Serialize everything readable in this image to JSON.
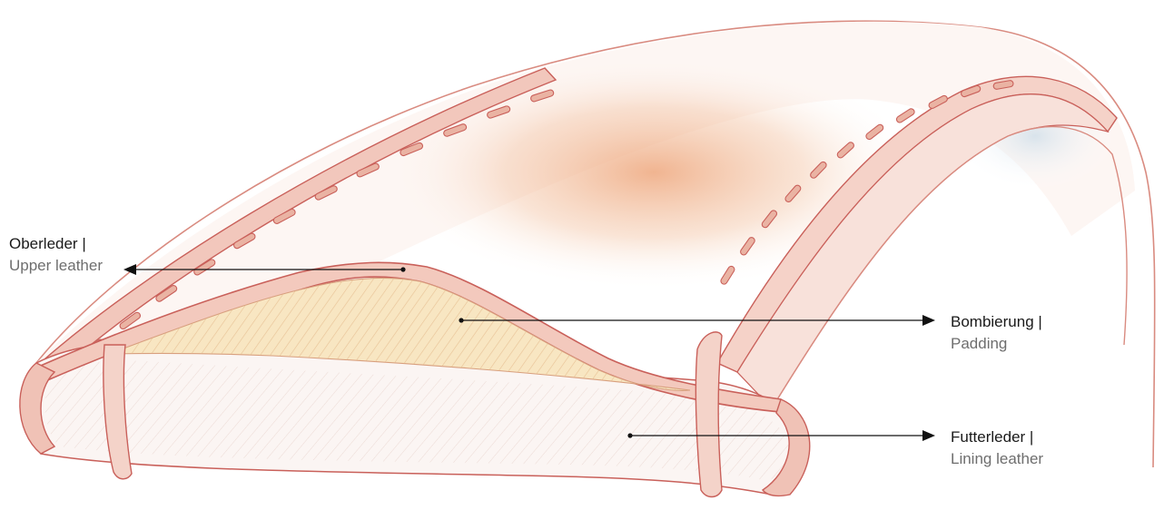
{
  "colors": {
    "outline": "#c9605a",
    "leather_fill": "#f7e3de",
    "seam_fill": "#e8b4a6",
    "padding_fill": "#f7e2b4",
    "lining_fill": "#fbf6f4",
    "shade": "#f1b690",
    "arrow": "#111111"
  },
  "labels": {
    "upper": {
      "de": "Oberleder |",
      "en": "Upper leather"
    },
    "padding": {
      "de": "Bombierung |",
      "en": "Padding"
    },
    "lining": {
      "de": "Futterleder |",
      "en": "Lining leather"
    }
  }
}
